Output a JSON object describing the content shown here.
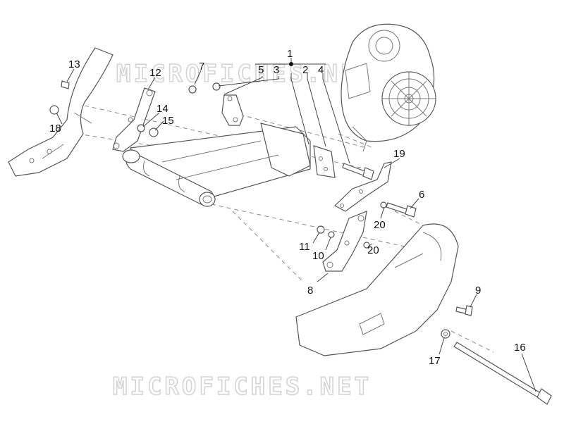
{
  "watermark": {
    "text": "MICROFICHES.NET"
  },
  "callouts": {
    "c1": "1",
    "c2": "2",
    "c3": "3",
    "c4": "4",
    "c5": "5",
    "c6": "6",
    "c7": "7",
    "c8": "8",
    "c9": "9",
    "c10": "10",
    "c11": "11",
    "c12": "12",
    "c13": "13",
    "c14": "14",
    "c15": "15",
    "c16": "16",
    "c17": "17",
    "c18": "18",
    "c19": "19",
    "c20a": "20",
    "c20b": "20"
  }
}
